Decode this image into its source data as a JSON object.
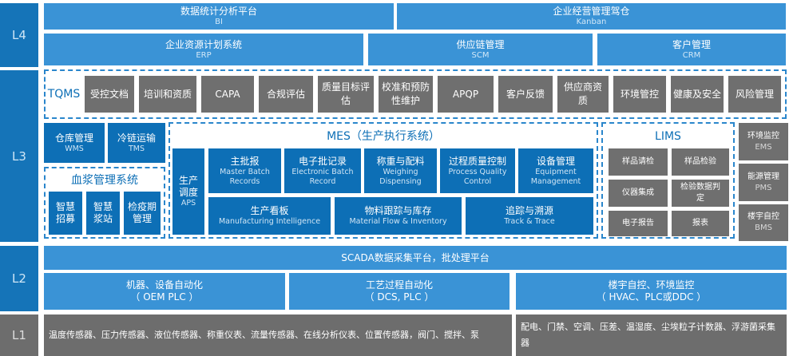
{
  "levels": {
    "l4": "L4",
    "l3": "L3",
    "l2": "L2",
    "l1": "L1"
  },
  "l4": {
    "bi": {
      "title": "数据统计分析平台",
      "sub": "BI"
    },
    "kanban": {
      "title": "企业经营管理驾仓",
      "sub": "Kanban"
    },
    "erp": {
      "title": "企业资源计划系统",
      "sub": "ERP"
    },
    "scm": {
      "title": "供应链管理",
      "sub": "SCM"
    },
    "crm": {
      "title": "客户管理",
      "sub": "CRM"
    }
  },
  "tqms": {
    "label": "TQMS",
    "items": [
      "受控文档",
      "培训和资质",
      "CAPA",
      "合规评估",
      "质量目标评估",
      "校准和预防性维护",
      "APQP",
      "客户反馈",
      "供应商资质",
      "环境管控",
      "健康及安全",
      "风险管理"
    ]
  },
  "warehouse": {
    "title": "仓库管理",
    "sub": "WMS"
  },
  "coldchain": {
    "title": "冷链运输",
    "sub": "TMS"
  },
  "plasma": {
    "title": "血浆管理系统",
    "items": [
      "智慧招募",
      "智慧浆站",
      "检疫期管理"
    ]
  },
  "mes": {
    "title": "MES（生产执行系统）",
    "aps": {
      "title": "生产调度",
      "sub": "APS"
    },
    "modules": [
      {
        "title": "主批报",
        "sub": "Master Batch Records"
      },
      {
        "title": "电子批记录",
        "sub": "Electronic Batch Record"
      },
      {
        "title": "称重与配料",
        "sub": "Weighing Dispensing"
      },
      {
        "title": "过程质量控制",
        "sub": "Process Quality Control"
      },
      {
        "title": "设备管理",
        "sub": "Equipment Management"
      }
    ],
    "bottom": [
      {
        "title": "生产看板",
        "sub": "Manufacturing Intelligence"
      },
      {
        "title": "物料跟踪与库存",
        "sub": "Material Flow & Inventory"
      },
      {
        "title": "追踪与溯源",
        "sub": "Track & Trace"
      }
    ]
  },
  "lims": {
    "title": "LIMS",
    "items": [
      "样品请检",
      "样品检验",
      "仪器集成",
      "检验数据判定",
      "电子报告",
      "报表"
    ]
  },
  "right": [
    {
      "title": "环境监控",
      "sub": "EMS"
    },
    {
      "title": "能源管理",
      "sub": "PMS"
    },
    {
      "title": "楼宇自控",
      "sub": "BMS"
    }
  ],
  "l2": {
    "scada": "SCADA数据采集平台，批处理平台",
    "machine": {
      "title": "机器、设备自动化",
      "sub": "（ OEM PLC ）"
    },
    "process": {
      "title": "工艺过程自动化",
      "sub": "（ DCS, PLC ）"
    },
    "building": {
      "title": "楼宇自控、环境监控",
      "sub": "（ HVAC、PLC或DDC ）"
    }
  },
  "l1": {
    "left": "温度传感器、压力传感器、液位传感器、称重仪表、流量传感器、在线分析仪表、位置传感器，阀门、搅拌、泵",
    "right": "配电、门禁、空调、压差、温湿度、尘埃粒子计数器、浮游菌采集器"
  }
}
